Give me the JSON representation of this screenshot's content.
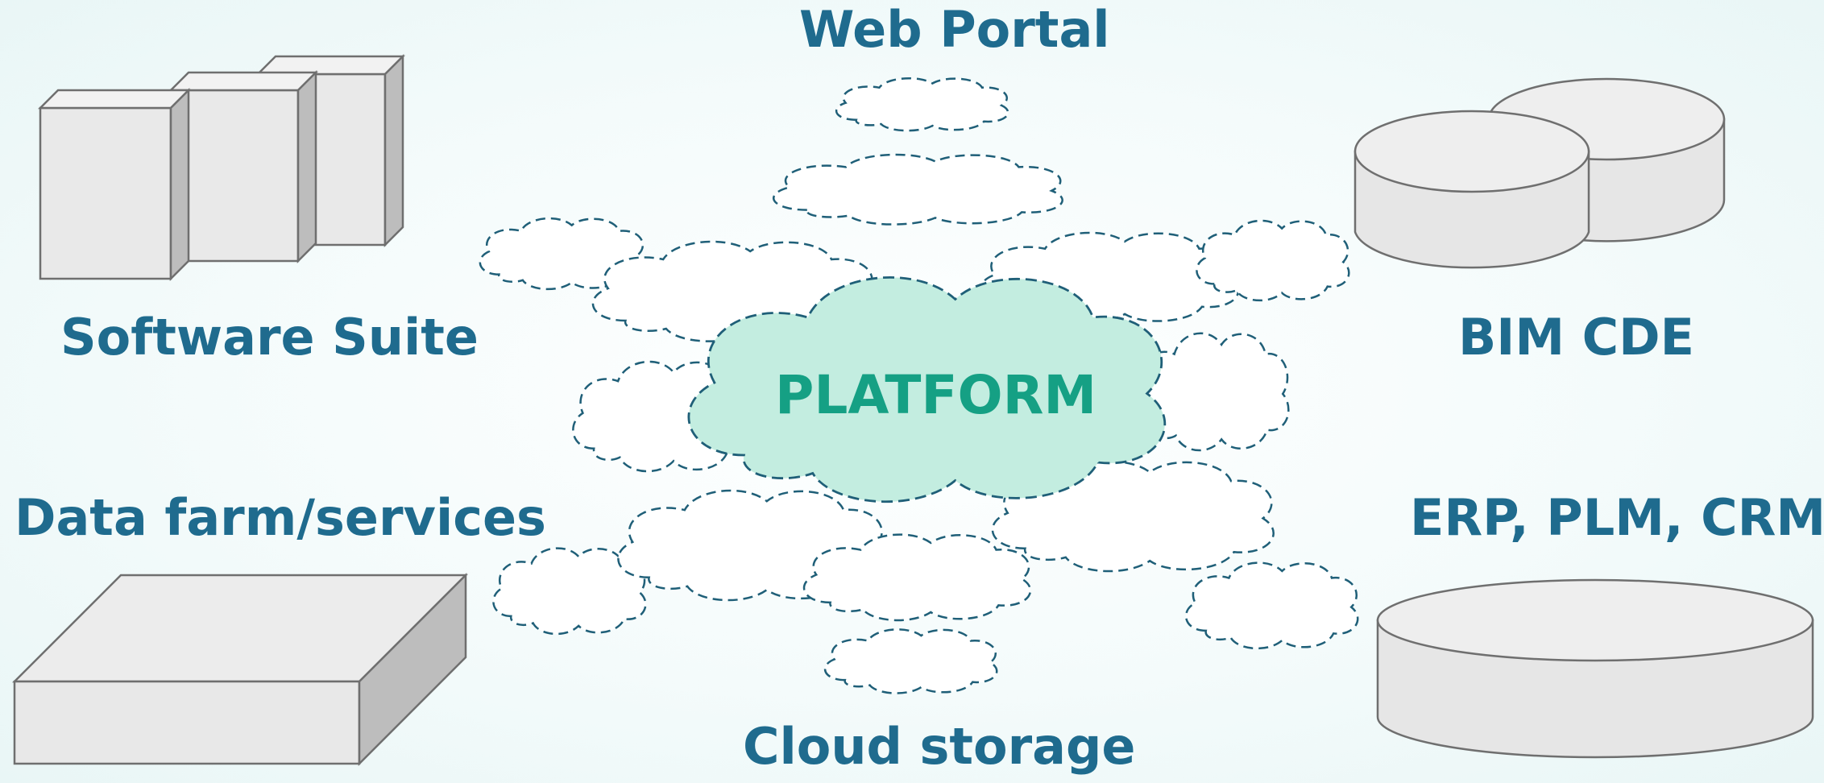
{
  "diagram": {
    "center_label": "PLATFORM",
    "labels": {
      "web_portal": "Web Portal",
      "software_suite": "Software Suite",
      "bim_cde": "BIM CDE",
      "data_farm": "Data farm/services",
      "erp": "ERP, PLM, CRM",
      "cloud_storage": "Cloud storage"
    }
  },
  "colors": {
    "label_blue": "#1f6b8e",
    "platform_green": "#15a084",
    "platform_fill": "#c3ede0",
    "cloud_stroke": "#1f5f78",
    "box_light": "#e9e9e9",
    "box_side": "#bdbdbd",
    "box_stroke": "#6f6f6f"
  }
}
